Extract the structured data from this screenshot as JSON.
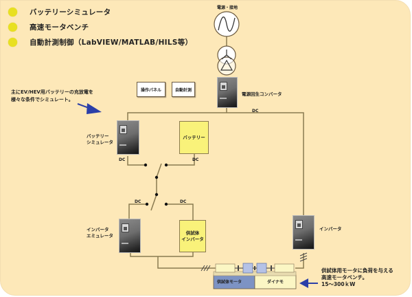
{
  "bullets": [
    {
      "icon": "yellow-dot-icon",
      "label": "バッテリーシミュレータ"
    },
    {
      "icon": "yellow-dot-icon",
      "label": "高速モータベンチ"
    },
    {
      "icon": "yellow-dot-icon",
      "label": "自動計測制御（LabVIEW/MATLAB/HILS等）"
    }
  ],
  "labels": {
    "grid": "電源・接地",
    "regen_converter": "電源回生コンバータ",
    "control_panel": "操作パネル",
    "auto_measure": "自動計測",
    "battery_sim_line1": "バッテリー",
    "battery_sim_line2": "シミュレータ",
    "battery": "バッテリー",
    "inverter_emu_line1": "インバータ",
    "inverter_emu_line2": "エミュレータ",
    "test_inverter_line1": "供試体",
    "test_inverter_line2": "インバータ",
    "inverter": "インバータ",
    "test_motor": "供試体モータ",
    "dynamo": "ダイナモ",
    "dc": "DC"
  },
  "notes": {
    "battery_note_line1": "主にEV/HEV用バッテリーの充放電を",
    "battery_note_line2": "様々な条件でシミュレート。",
    "bench_note_line1": "供試体用モータに負荷を与える",
    "bench_note_line2": "高速モータベンチ。",
    "bench_note_line3": "15〜300ｋW"
  },
  "colors": {
    "background": "#fde8b8",
    "bullet": "#e8e021",
    "wire": "#8a7a50",
    "arrow": "#2b3fa8",
    "yellow_box": "#f9f27a",
    "test_motor_base": "#7d93c4",
    "dynamo_base": "#fbf6c4"
  }
}
